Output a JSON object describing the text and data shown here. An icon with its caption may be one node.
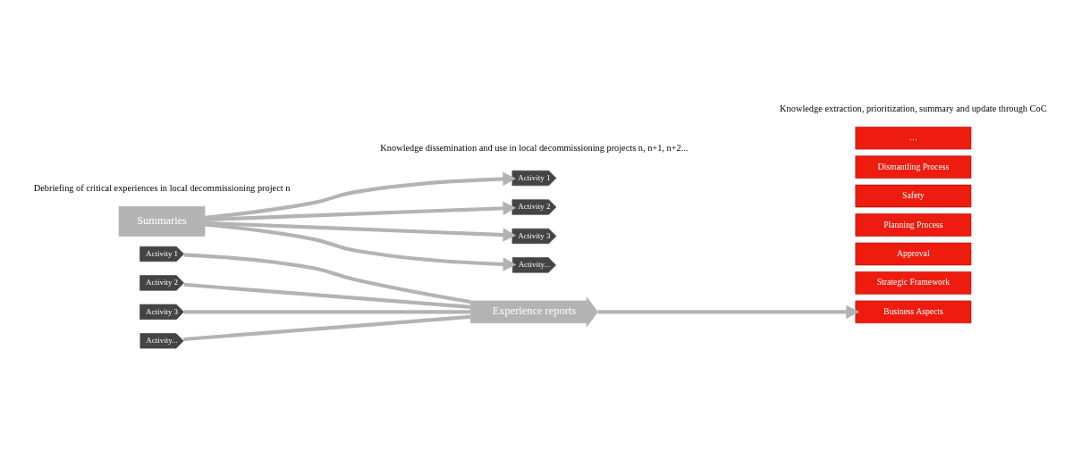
{
  "diagram": {
    "nodes": [
      {
        "text": [
          "Activity 1"
        ]
      },
      {
        "text": [
          "Activity 2"
        ]
      },
      {
        "text": [
          "Activity 3"
        ]
      },
      {
        "text": [
          "Activity..."
        ]
      },
      {
        "text": [
          "Experience reports"
        ]
      },
      {
        "text": [
          "Strategic Framework"
        ]
      },
      {
        "text": [
          "Approval"
        ]
      },
      {
        "text": [
          "Planning Process"
        ]
      },
      {
        "text": [
          "Business Aspects"
        ]
      },
      {
        "text": [
          "Safety"
        ]
      },
      {
        "text": [
          "Dismantling Process"
        ]
      },
      {
        "text": [
          "…"
        ]
      },
      {
        "text": [
          "Summaries"
        ]
      },
      {
        "text": [
          "Activity 1"
        ]
      },
      {
        "text": [
          "Activity 2"
        ]
      },
      {
        "text": [
          "Activity 3"
        ]
      },
      {
        "text": [
          "Activity..."
        ]
      }
    ],
    "edges": [
      {
        "from": 0,
        "to": 4,
        "arrow": "none"
      },
      {
        "from": 1,
        "to": 4,
        "arrow": "none"
      },
      {
        "from": 2,
        "to": 4,
        "arrow": "none"
      },
      {
        "from": 3,
        "to": 4,
        "arrow": "none"
      },
      {
        "from": 4,
        "to": 8,
        "arrow": "to"
      },
      {
        "from": 12,
        "to": 13,
        "arrow": "to"
      },
      {
        "from": 12,
        "to": 14,
        "arrow": "to"
      },
      {
        "from": 12,
        "to": 15,
        "arrow": "to"
      },
      {
        "from": 12,
        "to": 16,
        "arrow": "to"
      }
    ],
    "labels": [
      "Debriefing of critical experiences in local decommissioning project n",
      "Knowledge extraction, prioritization, summary and update through CoC",
      "Knowledge dissemination and use in local decommissioning projects n, n+1, n+2..."
    ]
  }
}
